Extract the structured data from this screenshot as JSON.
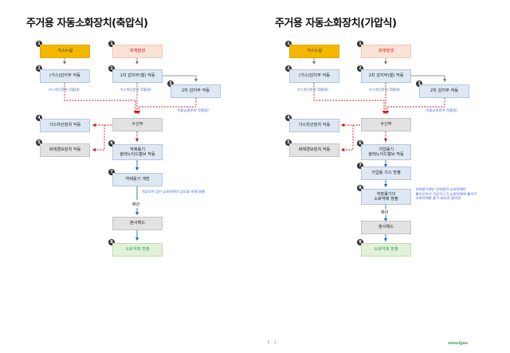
{
  "left": {
    "title": "주거용 자동소화장치(축압식)",
    "badges": [
      "1",
      "2",
      "3",
      "4",
      "5",
      "6",
      "7",
      "8"
    ],
    "nodes": {
      "gas_leak": "가스누설",
      "fire": "화재발생",
      "gas_detector": "(가스)감지부 작동",
      "first_detector": "1차 감지부(열) 작동",
      "second_detector": "2차 감지부 작동",
      "receiver": "수신부",
      "gas_cutoff": "가스차단장치 작동",
      "fire_alarm": "화재경보장치 작동",
      "solenoid_line1": "약제용기",
      "solenoid_line2": "솔레노이드밸브 작동",
      "container_open": "약제용기 개방",
      "nozzle": "분사헤드",
      "discharge": "소화약제 방출"
    },
    "notes": {
      "gas_signal_1": "가스차단장치 작동(4)",
      "gas_signal_2": "가스차단장치 작동(4)",
      "auto_extinguish": "자동소화장치 작동(6)",
      "pressure_release": "가압되어 있던 소화약제의 압으로 약제 방출"
    },
    "pipe_label": "배관"
  },
  "right": {
    "title": "주거용 자동소화장치(가압식)",
    "badges": [
      "1",
      "2",
      "3",
      "4",
      "5",
      "6",
      "7",
      "8",
      "9"
    ],
    "nodes": {
      "gas_leak": "가스누설",
      "fire": "화재발생",
      "gas_detector": "(가스)감지부 작동",
      "first_detector": "1차 감지부(열) 작동",
      "second_detector": "2차 감지부 작동",
      "receiver": "수신부",
      "gas_cutoff": "가스차단장치 작동",
      "fire_alarm": "화재경보장치 작동",
      "solenoid_line1": "가압용기",
      "solenoid_line2": "솔레노이드밸브 작동",
      "gas_release": "가압용 가스 방출",
      "storage_line1": "저장용기의",
      "storage_line2": "소화약제 방출",
      "nozzle": "분사헤드",
      "discharge": "소화약제 방출"
    },
    "notes": {
      "gas_signal_1": "가스차단장치 작동(4)",
      "gas_signal_2": "가스차단장치 작동(4)",
      "auto_extinguish": "자동소화장치 작동(6)",
      "explain_line1": "약제용기에는 압력없이 소화약제만",
      "explain_line2": "들어있어서 가압가스가 소화약제에 들어가",
      "explain_line3": "소화약제를 용기 밖으로 밀어냄"
    },
    "pipe_label": "배관"
  },
  "footer": {
    "page": "Ⅱ - 1",
    "logo": "seoulgas"
  },
  "colors": {
    "gas_leak": "#f5b800",
    "fire": "#fbe2d6",
    "fire_text": "#e01b1b",
    "process": "#dde8f3",
    "neutral": "#e2e2e2",
    "discharge": "#e2f1da",
    "signal_line": "#cc1f1f",
    "flow_line": "#1f6fb8",
    "note_text": "#3a5fd8"
  }
}
